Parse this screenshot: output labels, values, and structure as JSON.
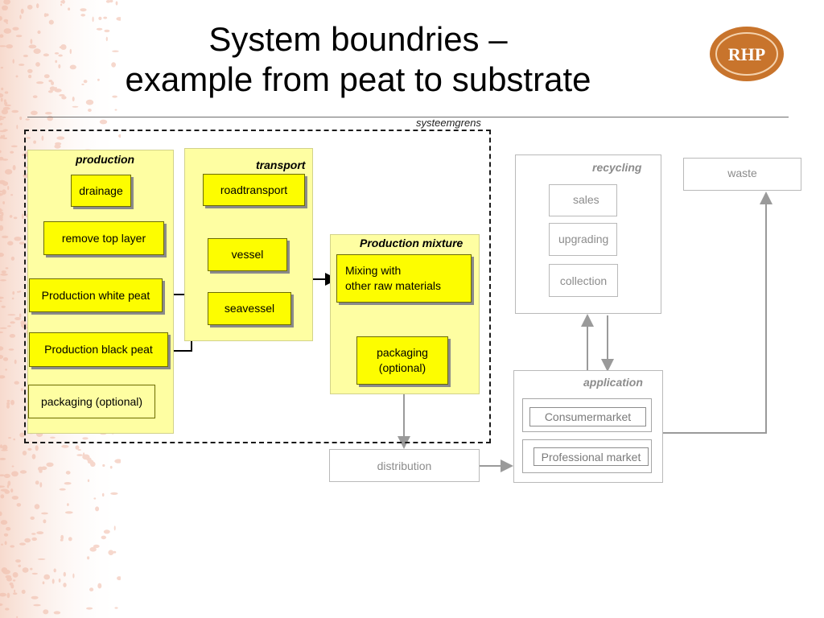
{
  "title_line1": "System boundries –",
  "title_line2": "example from peat to substrate",
  "logo_text": "RHP",
  "boundary_label": "systeemgrens",
  "production": {
    "heading": "production",
    "drainage": "drainage",
    "remove_top_layer": "remove top layer",
    "white_peat": "Production white peat",
    "black_peat": "Production black peat",
    "packaging": "packaging (optional)"
  },
  "transport": {
    "heading": "transport",
    "roadtransport": "roadtransport",
    "vessel": "vessel",
    "seavessel": "seavessel"
  },
  "mixture": {
    "heading": "Production mixture",
    "mixing": "Mixing with\nother raw materials",
    "packaging": "packaging\n(optional)"
  },
  "recycling": {
    "heading": "recycling",
    "sales": "sales",
    "upgrading": "upgrading",
    "collection": "collection"
  },
  "waste": "waste",
  "application": {
    "heading": "application",
    "consumer": "Consumermarket",
    "professional": "Professional market"
  },
  "distribution": "distribution",
  "colors": {
    "box_fill": "#fdfd00",
    "group_fill": "#fefea2",
    "faded_text": "#8c8c8c",
    "logo": "#c8742c"
  }
}
